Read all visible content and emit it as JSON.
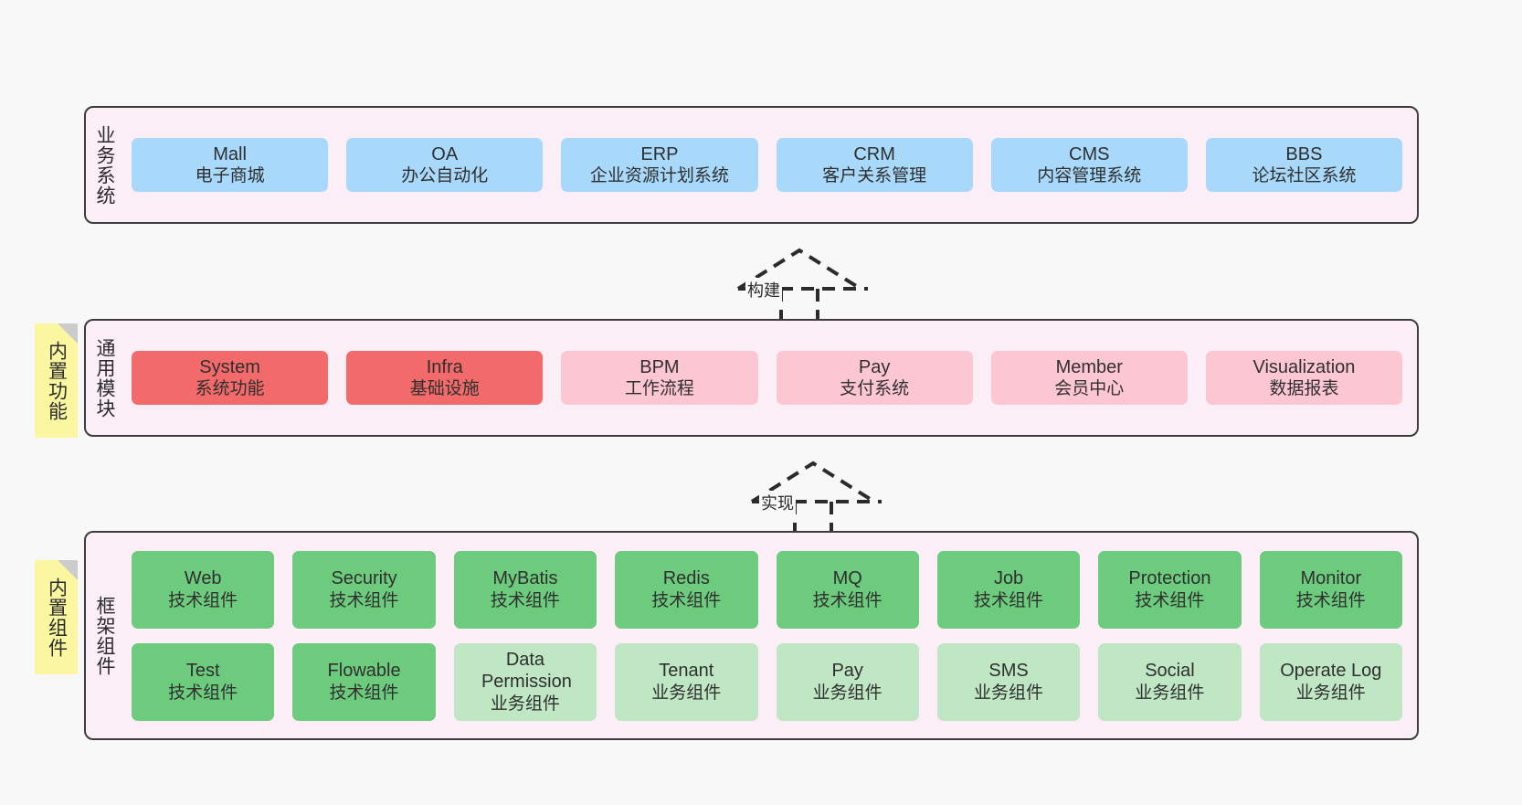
{
  "diagram": {
    "background_color": "#f8f8f8",
    "panel_color": "#fbeef6",
    "note_color": "#fbf7a0"
  },
  "layers": [
    {
      "id": "business-systems",
      "title": "业务系统",
      "rows": [
        {
          "cards": [
            {
              "name": "Mall",
              "en": "Mall",
              "cn": "电子商城",
              "style": "c-blue"
            },
            {
              "name": "OA",
              "en": "OA",
              "cn": "办公自动化",
              "style": "c-blue"
            },
            {
              "name": "ERP",
              "en": "ERP",
              "cn": "企业资源计划系统",
              "style": "c-blue"
            },
            {
              "name": "CRM",
              "en": "CRM",
              "cn": "客户关系管理",
              "style": "c-blue"
            },
            {
              "name": "CMS",
              "en": "CMS",
              "cn": "内容管理系统",
              "style": "c-blue"
            },
            {
              "name": "BBS",
              "en": "BBS",
              "cn": "论坛社区系统",
              "style": "c-blue"
            }
          ]
        }
      ]
    },
    {
      "id": "common-modules",
      "title": "通用模块",
      "note": "内置功能",
      "rows": [
        {
          "cards": [
            {
              "name": "System",
              "en": "System",
              "cn": "系统功能",
              "style": "c-red"
            },
            {
              "name": "Infra",
              "en": "Infra",
              "cn": "基础设施",
              "style": "c-red"
            },
            {
              "name": "BPM",
              "en": "BPM",
              "cn": "工作流程",
              "style": "c-pink"
            },
            {
              "name": "Pay",
              "en": "Pay",
              "cn": "支付系统",
              "style": "c-pink"
            },
            {
              "name": "Member",
              "en": "Member",
              "cn": "会员中心",
              "style": "c-pink"
            },
            {
              "name": "Visualization",
              "en": "Visualization",
              "cn": "数据报表",
              "style": "c-pink"
            }
          ]
        }
      ]
    },
    {
      "id": "framework-components",
      "title": "框架组件",
      "note": "内置组件",
      "rows": [
        {
          "cards": [
            {
              "name": "Web",
              "en": "Web",
              "cn": "技术组件",
              "style": "c-green"
            },
            {
              "name": "Security",
              "en": "Security",
              "cn": "技术组件",
              "style": "c-green"
            },
            {
              "name": "MyBatis",
              "en": "MyBatis",
              "cn": "技术组件",
              "style": "c-green"
            },
            {
              "name": "Redis",
              "en": "Redis",
              "cn": "技术组件",
              "style": "c-green"
            },
            {
              "name": "MQ",
              "en": "MQ",
              "cn": "技术组件",
              "style": "c-green"
            },
            {
              "name": "Job",
              "en": "Job",
              "cn": "技术组件",
              "style": "c-green"
            },
            {
              "name": "Protection",
              "en": "Protection",
              "cn": "技术组件",
              "style": "c-green"
            },
            {
              "name": "Monitor",
              "en": "Monitor",
              "cn": "技术组件",
              "style": "c-green"
            }
          ]
        },
        {
          "cards": [
            {
              "name": "Test",
              "en": "Test",
              "cn": "技术组件",
              "style": "c-green"
            },
            {
              "name": "Flowable",
              "en": "Flowable",
              "cn": "技术组件",
              "style": "c-green"
            },
            {
              "name": "Data Permission",
              "en": "Data Permission",
              "cn": "业务组件",
              "style": "c-lightgreen"
            },
            {
              "name": "Tenant",
              "en": "Tenant",
              "cn": "业务组件",
              "style": "c-lightgreen"
            },
            {
              "name": "Pay",
              "en": "Pay",
              "cn": "业务组件",
              "style": "c-lightgreen"
            },
            {
              "name": "SMS",
              "en": "SMS",
              "cn": "业务组件",
              "style": "c-lightgreen"
            },
            {
              "name": "Social",
              "en": "Social",
              "cn": "业务组件",
              "style": "c-lightgreen"
            },
            {
              "name": "Operate Log",
              "en": "Operate Log",
              "cn": "业务组件",
              "style": "c-lightgreen"
            }
          ]
        }
      ]
    }
  ],
  "connectors": [
    {
      "id": "build",
      "label": "构建",
      "from": "common-modules",
      "to": "business-systems"
    },
    {
      "id": "implement",
      "label": "实现",
      "from": "framework-components",
      "to": "common-modules"
    }
  ]
}
